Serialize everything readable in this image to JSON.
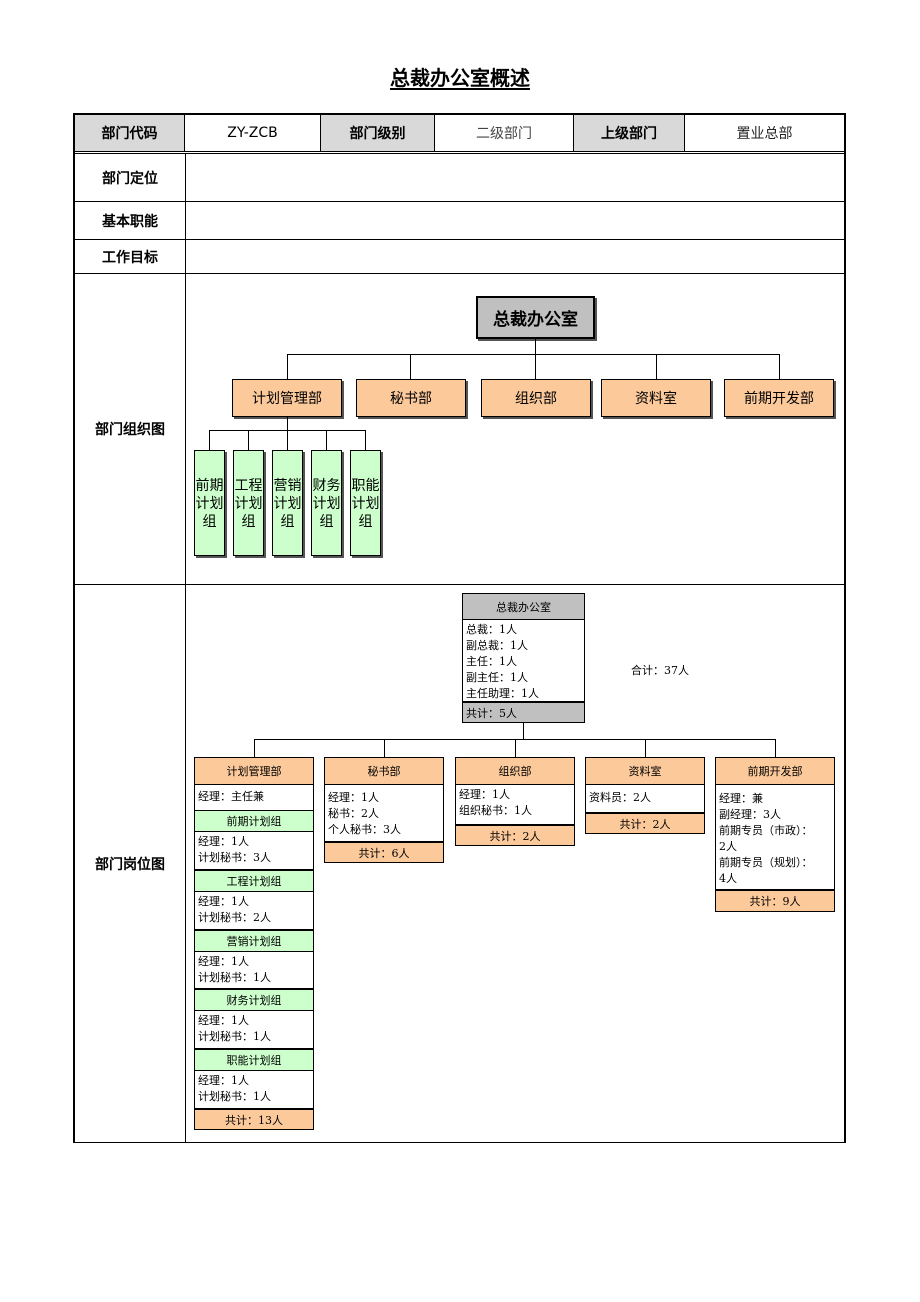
{
  "title": "总裁办公室概述",
  "header_row": {
    "code_label": "部门代码",
    "code_value": "ZY-ZCB",
    "level_label": "部门级别",
    "level_value": "二级部门",
    "parent_label": "上级部门",
    "parent_value": "置业总部"
  },
  "rows": {
    "positioning": "部门定位",
    "functions": "基本职能",
    "goals": "工作目标",
    "org_chart": "部门组织图",
    "post_chart": "部门岗位图"
  },
  "org": {
    "top": "总裁办公室",
    "depts": [
      "计划管理部",
      "秘书部",
      "组织部",
      "资料室",
      "前期开发部"
    ],
    "groups": [
      [
        "前期",
        "计划",
        "组"
      ],
      [
        "工程",
        "计划",
        "组"
      ],
      [
        "营销",
        "计划",
        "组"
      ],
      [
        "财务",
        "计划",
        "组"
      ],
      [
        "职能",
        "计划",
        "组"
      ]
    ]
  },
  "posts": {
    "top": {
      "name": "总裁办公室",
      "lines": [
        "总裁：1人",
        "副总裁：1人",
        "主任：1人",
        "副主任：1人",
        "主任助理：1人"
      ],
      "total": "共计：5人"
    },
    "grand_total": "合计：37人",
    "plan": {
      "name": "计划管理部",
      "head": "经理：主任兼",
      "groups": [
        {
          "name": "前期计划组",
          "lines": [
            "经理：1人",
            "计划秘书：3人"
          ]
        },
        {
          "name": "工程计划组",
          "lines": [
            "经理：1人",
            "计划秘书：2人"
          ]
        },
        {
          "name": "营销计划组",
          "lines": [
            "经理：1人",
            "计划秘书：1人"
          ]
        },
        {
          "name": "财务计划组",
          "lines": [
            "经理：1人",
            "计划秘书：1人"
          ]
        },
        {
          "name": "职能计划组",
          "lines": [
            "经理：1人",
            "计划秘书：1人"
          ]
        }
      ],
      "total": "共计：13人"
    },
    "secretary": {
      "name": "秘书部",
      "lines": [
        "经理：1人",
        "秘书：2人",
        "个人秘书：3人"
      ],
      "total": "共计：6人"
    },
    "organization": {
      "name": "组织部",
      "lines": [
        "经理：1人",
        "组织秘书：1人"
      ],
      "total": "共计：2人"
    },
    "archive": {
      "name": "资料室",
      "lines": [
        "资料员：2人"
      ],
      "total": "共计：2人"
    },
    "predev": {
      "name": "前期开发部",
      "lines": [
        "经理：兼",
        "副经理：3人",
        "前期专员（市政）：",
        "2人",
        "前期专员（规划）：",
        "4人"
      ],
      "total": "共计：9人"
    }
  },
  "colors": {
    "dept_fill": "#fcc99b",
    "group_fill": "#ccffcc",
    "header_fill": "#d9d9d9",
    "top_fill": "#c0c0c0"
  }
}
